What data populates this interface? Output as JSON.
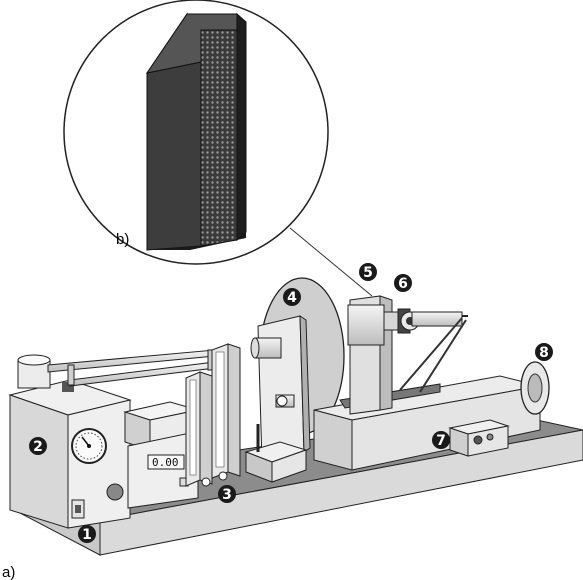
{
  "panel_labels": {
    "main": "a)",
    "inset": "b)"
  },
  "markers": [
    "1",
    "2",
    "3",
    "4",
    "5",
    "6",
    "7",
    "8"
  ],
  "display_readout": "0.00",
  "colors": {
    "outline": "#222222",
    "light_face": "#f2f2f2",
    "mid_face": "#d6d6d6",
    "dark_face": "#8a8a8a",
    "base_top": "#9a9a9a",
    "base_front": "#cfcfcf",
    "marker_fill": "#1a1a1a"
  }
}
